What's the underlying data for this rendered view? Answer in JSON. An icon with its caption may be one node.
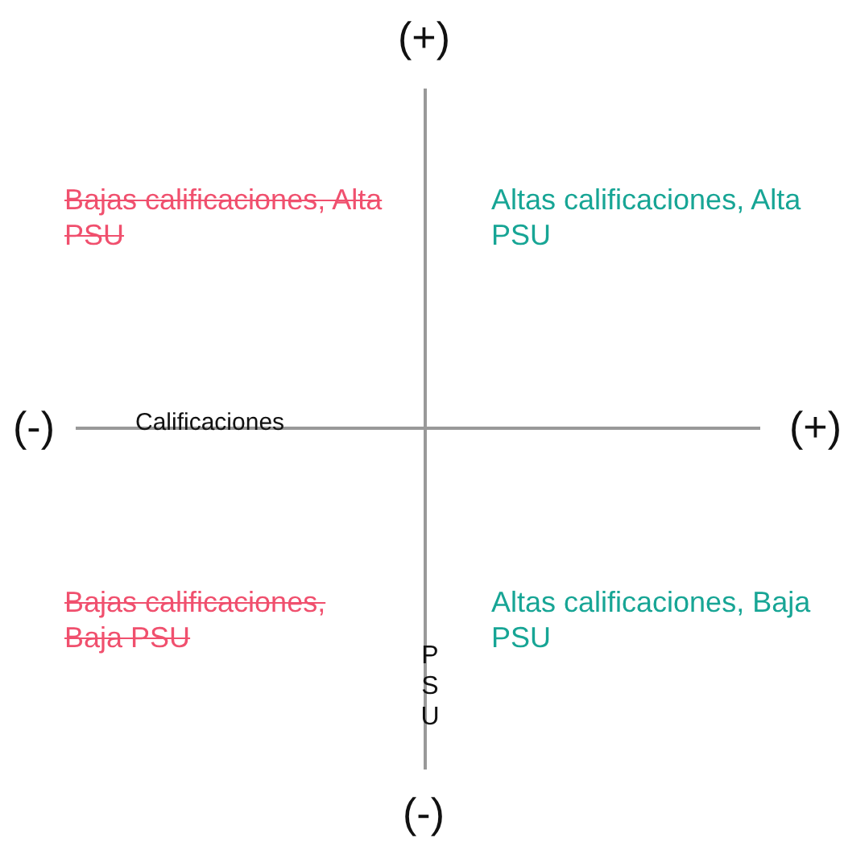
{
  "diagram": {
    "labels": [
      "(+)",
      "Bajas calificaciones, Alta PSU",
      "Altas calificaciones, Alta PSU",
      "(-)",
      "Calificaciones",
      "(+)",
      "Bajas calificaciones, Baja PSU",
      "Altas calificaciones, Baja PSU",
      "PSU",
      "(-)"
    ]
  }
}
